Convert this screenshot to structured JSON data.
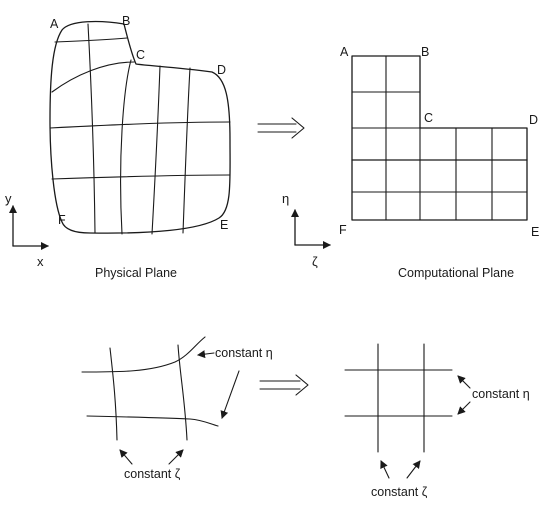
{
  "physical": {
    "caption": "Physical Plane",
    "corners": {
      "A": "A",
      "B": "B",
      "C": "C",
      "D": "D",
      "E": "E",
      "F": "F"
    },
    "axis_x": "x",
    "axis_y": "y"
  },
  "computational": {
    "caption": "Computational Plane",
    "corners": {
      "A": "A",
      "B": "B",
      "C": "C",
      "D": "D",
      "E": "E",
      "F": "F"
    },
    "axis_zeta": "ζ",
    "axis_eta": "η"
  },
  "bottom_left": {
    "label_eta": "constant η",
    "label_zeta": "constant ζ"
  },
  "bottom_right": {
    "label_eta": "constant η",
    "label_zeta": "constant ζ"
  }
}
